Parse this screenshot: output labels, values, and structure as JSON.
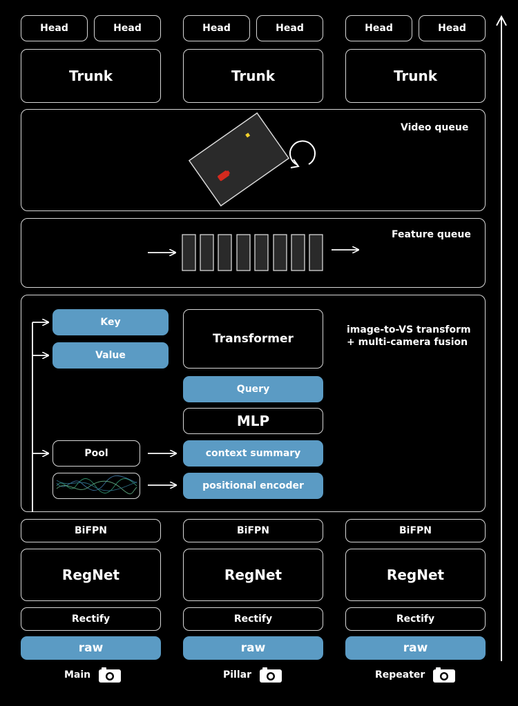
{
  "columns": [
    {
      "head_left": "Head",
      "head_right": "Head",
      "trunk": "Trunk",
      "bifpn": "BiFPN",
      "regnet": "RegNet",
      "rectify": "Rectify",
      "raw": "raw",
      "camera": "Main"
    },
    {
      "head_left": "Head",
      "head_right": "Head",
      "trunk": "Trunk",
      "bifpn": "BiFPN",
      "regnet": "RegNet",
      "rectify": "Rectify",
      "raw": "raw",
      "camera": "Pillar"
    },
    {
      "head_left": "Head",
      "head_right": "Head",
      "trunk": "Trunk",
      "bifpn": "BiFPN",
      "regnet": "RegNet",
      "rectify": "Rectify",
      "raw": "raw",
      "camera": "Repeater"
    }
  ],
  "video_queue": {
    "label": "Video queue"
  },
  "feature_queue": {
    "label": "Feature queue"
  },
  "fusion": {
    "key": "Key",
    "value": "Value",
    "transformer": "Transformer",
    "query": "Query",
    "mlp": "MLP",
    "pool": "Pool",
    "context_summary": "context summary",
    "positional_encoder": "positional encoder",
    "description_line1": "image-to-VS transform",
    "description_line2": "+ multi-camera fusion"
  },
  "colors": {
    "accent_blue": "#5b9bc4",
    "background": "#000000",
    "stroke": "#d8d8d8"
  }
}
